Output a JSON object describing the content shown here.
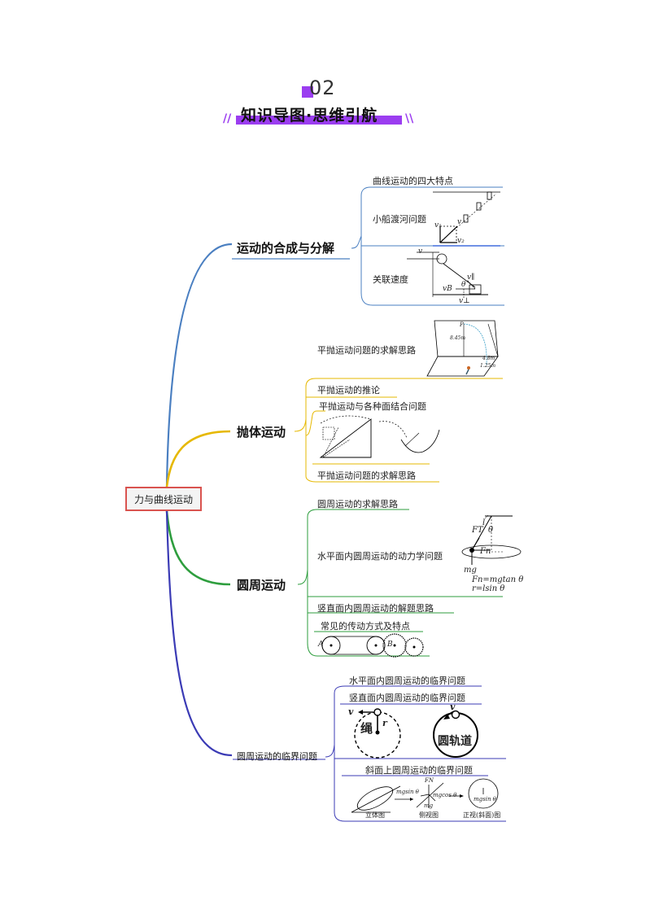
{
  "heading": {
    "number": "02",
    "title": "知识导图·思维引航",
    "accent_color": "#9b3df0"
  },
  "root": {
    "label": "力与曲线运动",
    "border_color": "#d9534f"
  },
  "branches": [
    {
      "label": "运动的合成与分解",
      "color": "#4a7fc1",
      "leaves": [
        "曲线运动的四大特点",
        "小船渡河问题",
        "关联速度"
      ]
    },
    {
      "label": "抛体运动",
      "color": "#e6b800",
      "leaves": [
        "平抛运动问题的求解思路",
        "平抛运动的推论",
        "平抛运动与各种面结合问题",
        "平抛运动问题的求解思路"
      ]
    },
    {
      "label": "圆周运动",
      "color": "#2e9e3e",
      "leaves": [
        "圆周运动的求解思路",
        "水平面内圆周运动的动力学问题",
        "竖直面内圆周运动的解题思路",
        "常见的传动方式及特点"
      ]
    },
    {
      "label": "圆周运动的临界问题",
      "color": "#3b3bb5",
      "leaves": [
        "水平面内圆周运动的临界问题",
        "竖直面内圆周运动的临界问题",
        "斜面上圆周运动的临界问题"
      ]
    }
  ],
  "figures": {
    "boat": {
      "v1": "v₁",
      "v": "v",
      "v2": "v₂"
    },
    "rope": {
      "v": "v",
      "vpar": "v∥",
      "theta": "θ",
      "vB": "vB",
      "vperp": "v⊥"
    },
    "projectile_height": {
      "p": "P",
      "h1": "8.45m",
      "h2": "4.8m",
      "h3": "1.25m"
    },
    "conical": {
      "ft": "FT",
      "fn": "Fn",
      "mg": "mg",
      "l": "l",
      "theta": "θ",
      "eq1": "Fn=mgtan θ",
      "eq2": "r=lsin θ"
    },
    "belt": {
      "a": "A",
      "b": "B"
    },
    "vertical": {
      "v_rope": "v",
      "r": "r",
      "rope_label": "绳",
      "v_track": "v",
      "track_label": "圆轨道"
    },
    "incline": {
      "label1": "立体图",
      "label2": "侧视图",
      "label3": "正视(斜面)图",
      "mgsin": "mgsin θ",
      "mgcos": "mgcos θ",
      "fn": "FN",
      "mg": "mg",
      "mgsin2": "mgsin θ"
    }
  }
}
